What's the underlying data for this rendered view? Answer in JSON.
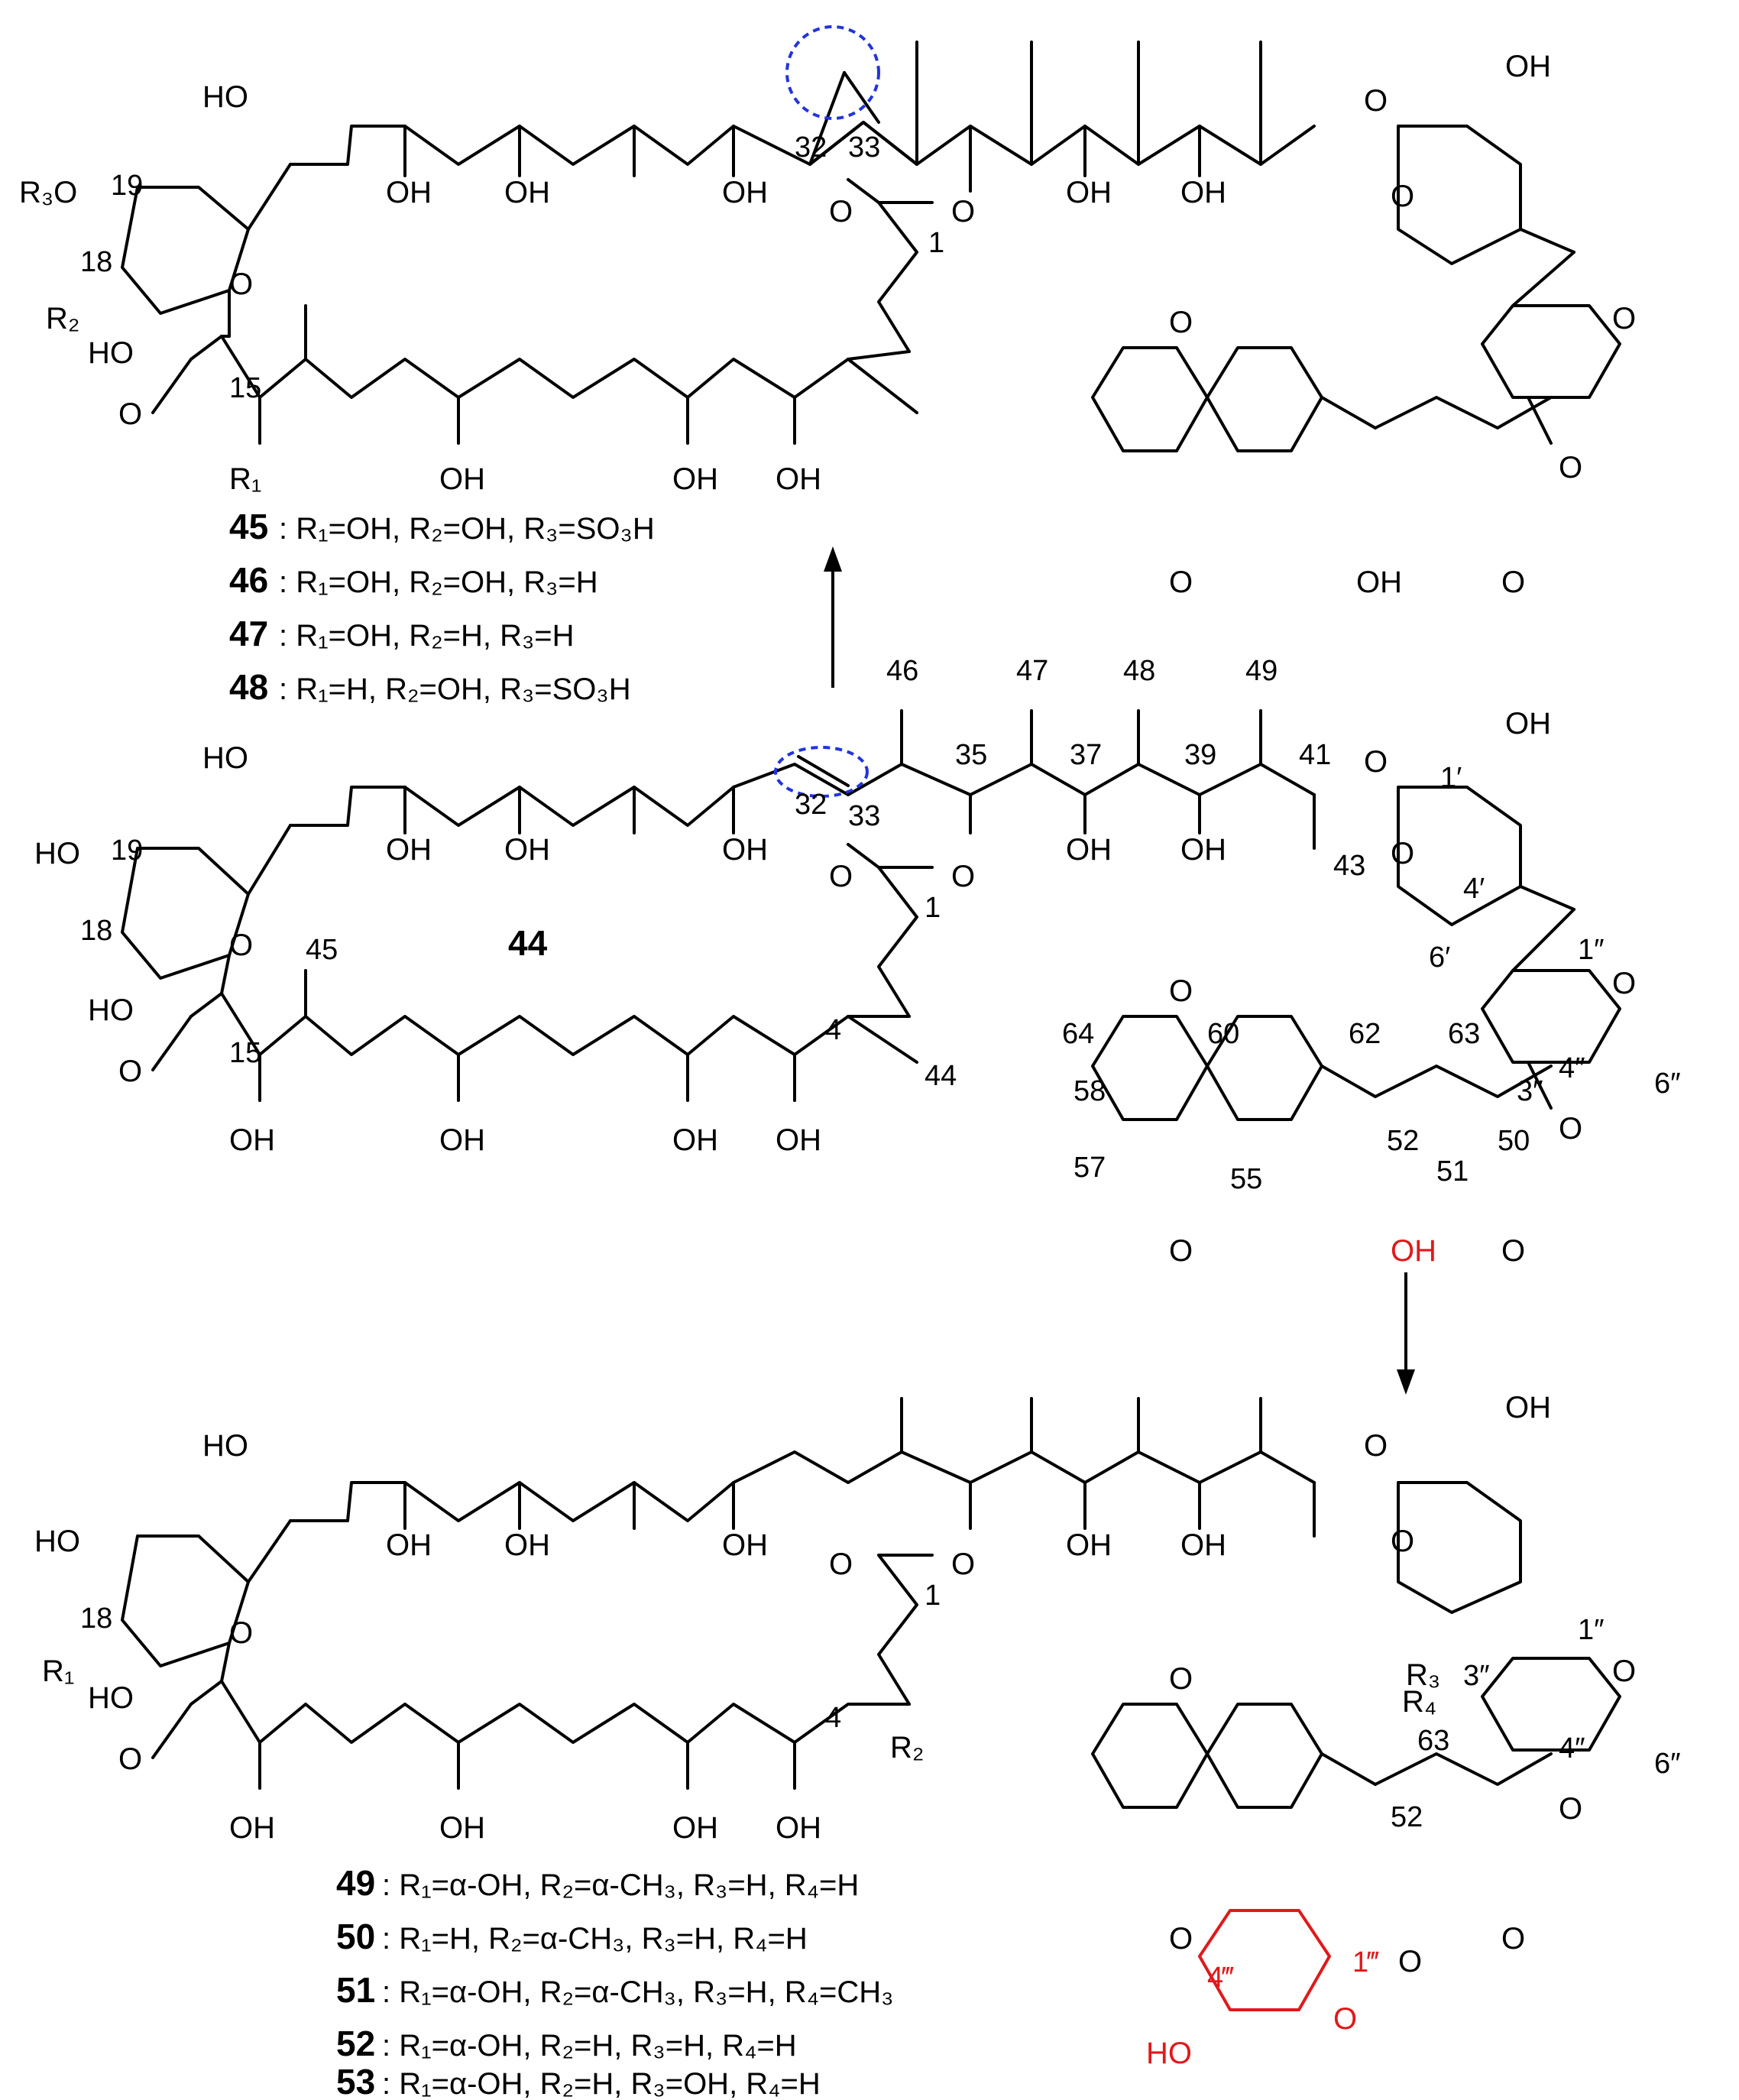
{
  "compounds": {
    "top_label": "",
    "mid_label": "44",
    "bottom_label": ""
  },
  "atoms": {
    "oh": "OH",
    "ho": "HO",
    "o": "O",
    "r1": "R₁",
    "r2": "R₂",
    "r3": "R₃",
    "r4": "R₄",
    "r3o": "R₃O"
  },
  "numbering_top": [
    "19",
    "18",
    "15",
    "32",
    "33",
    "1"
  ],
  "numbering_mid": [
    "46",
    "47",
    "48",
    "49",
    "35",
    "37",
    "39",
    "41",
    "32",
    "33",
    "1",
    "1′",
    "4′",
    "6′",
    "43",
    "19",
    "18",
    "15",
    "45",
    "4",
    "44",
    "1″",
    "6″",
    "3″",
    "4″",
    "64",
    "60",
    "62",
    "63",
    "58",
    "57",
    "55",
    "52",
    "51",
    "50"
  ],
  "numbering_bottom": [
    "18",
    "1",
    "4",
    "1″",
    "3″",
    "4″",
    "6″",
    "63",
    "52",
    "1‴",
    "4‴"
  ],
  "legend_top": [
    {
      "id": "45",
      "text": ": R₁=OH, R₂=OH, R₃=SO₃H"
    },
    {
      "id": "46",
      "text": ": R₁=OH, R₂=OH, R₃=H"
    },
    {
      "id": "47",
      "text": ": R₁=OH, R₂=H, R₃=H"
    },
    {
      "id": "48",
      "text": ": R₁=H, R₂=OH, R₃=SO₃H"
    }
  ],
  "legend_bottom": [
    {
      "id": "49",
      "text": ": R₁=α-OH, R₂=α-CH₃, R₃=H, R₄=H"
    },
    {
      "id": "50",
      "text": ": R₁=H, R₂=α-CH₃, R₃=H, R₄=H"
    },
    {
      "id": "51",
      "text": ": R₁=α-OH, R₂=α-CH₃, R₃=H, R₄=CH₃"
    },
    {
      "id": "52",
      "text": ": R₁=α-OH, R₂=H, R₃=H, R₄=H"
    },
    {
      "id": "53",
      "text": ": R₁=α-OH, R₂=H, R₃=OH, R₄=H"
    }
  ],
  "colors": {
    "highlight": "#2233dd",
    "red": "#e0191b",
    "ink": "#000000"
  }
}
